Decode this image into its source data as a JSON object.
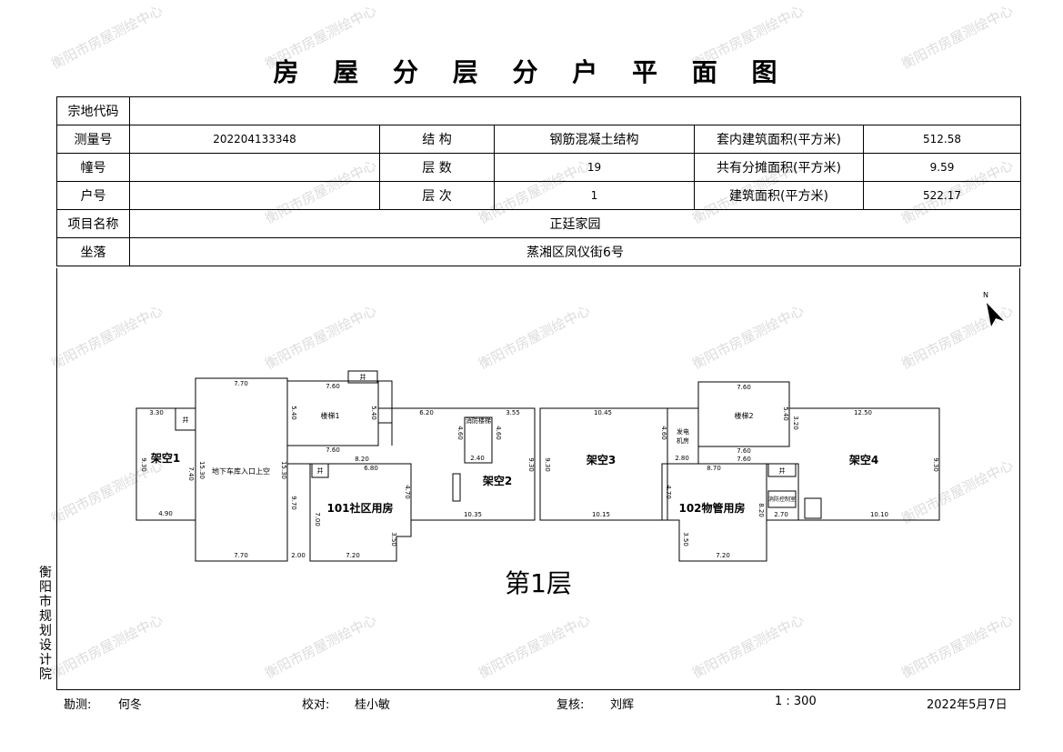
{
  "title": "房 屋 分 层 分 户 平 面 图",
  "table": {
    "zongdi_label": "宗地代码",
    "zongdi_value": "",
    "celiang_label": "测量号",
    "celiang_value": "202204133348",
    "jiegou_label": "结 构",
    "jiegou_value": "钢筋混凝土结构",
    "taonei_label": "套内建筑面积(平方米)",
    "taonei_value": "512.58",
    "zhuang_label": "幢号",
    "zhuang_value": "",
    "cengshu_label": "层 数",
    "cengshu_value": "19",
    "gongyou_label": "共有分摊面积(平方米)",
    "gongyou_value": "9.59",
    "hu_label": "户号",
    "hu_value": "",
    "cengci_label": "层 次",
    "cengci_value": "1",
    "jianzhu_label": "建筑面积(平方米)",
    "jianzhu_value": "522.17",
    "xiangmu_label": "项目名称",
    "xiangmu_value": "正廷家园",
    "zuoluo_label": "坐落",
    "zuoluo_value": "蒸湘区凤仪街6号"
  },
  "plan": {
    "floor_label": "第1层",
    "north": "N",
    "rooms": {
      "jiakong1": "架空1",
      "jiakong2": "架空2",
      "jiakong3": "架空3",
      "jiakong4": "架空4",
      "shequ": "101社区用房",
      "wuguan": "102物管用房",
      "louti1": "楼梯1",
      "louti2": "楼梯2",
      "garage": "地下车库入口上空",
      "xiaofang": "消防楼梯",
      "jing": "井",
      "fadian1": "发电",
      "fadian2": "机房",
      "kongzhi": "消防控制室"
    },
    "dims": {
      "d_330": "3.30",
      "d_490": "4.90",
      "d_930": "9.30",
      "d_740": "7.40",
      "d_770": "7.70",
      "d_1530": "15.30",
      "d_760": "7.60",
      "d_540": "5.40",
      "d_820": "8.20",
      "d_680": "6.80",
      "d_970": "9.70",
      "d_700": "7.00",
      "d_470": "4.70",
      "d_350": "3.50",
      "d_720": "7.20",
      "d_200": "2.00",
      "d_620": "6.20",
      "d_460": "4.60",
      "d_240": "2.40",
      "d_355": "3.55",
      "d_1035": "10.35",
      "d_1045": "10.45",
      "d_1015": "10.15",
      "d_280": "2.80",
      "d_870": "8.70",
      "d_320": "3.20",
      "d_1250": "12.50",
      "d_270": "2.70",
      "d_1010": "10.10"
    }
  },
  "side_text": [
    "衡",
    "阳",
    "市",
    "规",
    "划",
    "设",
    "计",
    "院"
  ],
  "footer": {
    "kance_label": "勘测:",
    "kance_name": "何冬",
    "jiaodui_label": "校对:",
    "jiaodui_name": "桂小敏",
    "fuhe_label": "复核:",
    "fuhe_name": "刘辉",
    "scale": "1 : 300",
    "date": "2022年5月7日"
  },
  "watermark": "衡阳市房屋测绘中心"
}
